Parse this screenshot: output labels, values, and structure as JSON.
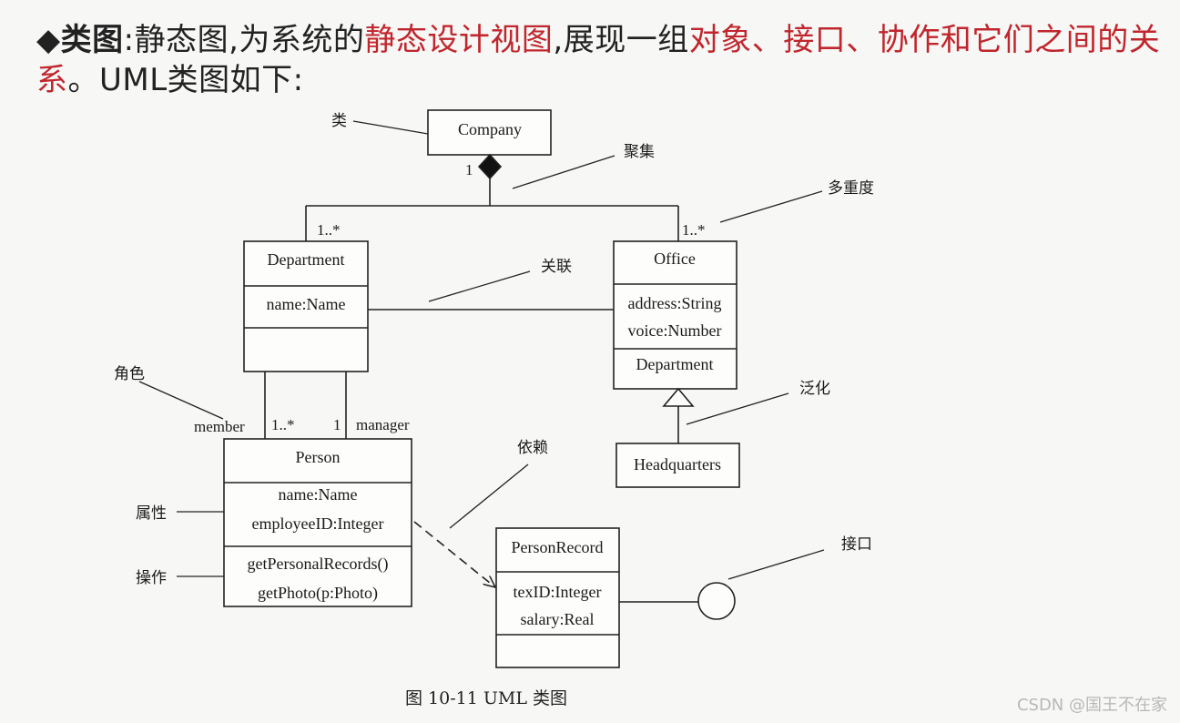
{
  "heading": {
    "bullet": "◆",
    "term": "类图",
    "colon": ":静态图,为系统的",
    "red1": "静态设计视图",
    "mid": ",展现一组",
    "red2": "对象、接口、协作和它们之间的关系",
    "tail": "。UML类图如下:"
  },
  "diagram": {
    "classes": {
      "company": {
        "name": "Company"
      },
      "department": {
        "name": "Department",
        "attrs": [
          "name:Name"
        ]
      },
      "office": {
        "name": "Office",
        "attrs": [
          "address:String",
          "voice:Number"
        ],
        "ops": [
          "Department"
        ]
      },
      "headquarters": {
        "name": "Headquarters"
      },
      "person": {
        "name": "Person",
        "attrs": [
          "name:Name",
          "employeeID:Integer"
        ],
        "ops": [
          "getPersonalRecords()",
          "getPhoto(p:Photo)"
        ]
      },
      "person_record": {
        "name": "PersonRecord",
        "attrs": [
          "texID:Integer",
          "salary:Real"
        ]
      }
    },
    "multiplicities": {
      "company_end": "1",
      "department_end": "1..*",
      "office_end": "1..*",
      "member_end": "1..*",
      "manager_end": "1"
    },
    "roles": {
      "member": "member",
      "manager": "manager"
    },
    "annotations": {
      "class": "类",
      "aggregation": "聚集",
      "multiplicity": "多重度",
      "association": "关联",
      "role": "角色",
      "generalization": "泛化",
      "dependency": "依赖",
      "attribute": "属性",
      "operation": "操作",
      "interface": "接口"
    }
  },
  "caption": "图 10-11    UML 类图",
  "watermark": "CSDN @国王不在家"
}
